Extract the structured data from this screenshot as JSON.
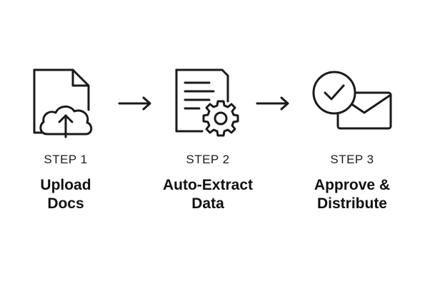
{
  "steps": [
    {
      "label": "STEP 1",
      "title_lines": [
        "Upload",
        "Docs"
      ],
      "icon": "upload-document-icon"
    },
    {
      "label": "STEP 2",
      "title_lines": [
        "Auto-Extract",
        "Data"
      ],
      "icon": "document-gear-icon"
    },
    {
      "label": "STEP 3",
      "title_lines": [
        "Approve &",
        "Distribute"
      ],
      "icon": "check-envelope-icon"
    }
  ],
  "connectors": [
    "arrow-right-icon",
    "arrow-right-icon"
  ],
  "colors": {
    "stroke": "#1a1a1a",
    "background": "#ffffff"
  }
}
